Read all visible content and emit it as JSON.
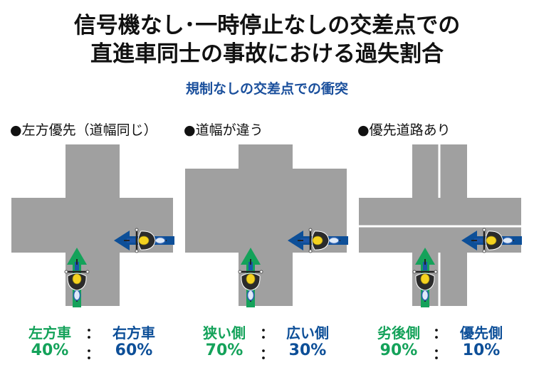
{
  "title_line1": "信号機なし･一時停止なしの交差点での",
  "title_line2": "直進車同士の事故における過失割合",
  "subtitle": "規制なしの交差点での衝突",
  "colors": {
    "green": "#14a25a",
    "blue": "#0d4f98",
    "road": "#a0a0a0"
  },
  "panels": [
    {
      "caption": "●左方優先（道幅同じ）",
      "green_label": "左方車",
      "blue_label": "右方車",
      "green_pct": "40%",
      "blue_pct": "60%",
      "separator": "："
    },
    {
      "caption": "●道幅が違う",
      "green_label": "狭い側",
      "blue_label": "広い側",
      "green_pct": "70%",
      "blue_pct": "30%",
      "separator": "："
    },
    {
      "caption": "●優先道路あり",
      "green_label": "劣後側",
      "blue_label": "優先側",
      "green_pct": "90%",
      "blue_pct": "10%",
      "separator": "："
    }
  ]
}
